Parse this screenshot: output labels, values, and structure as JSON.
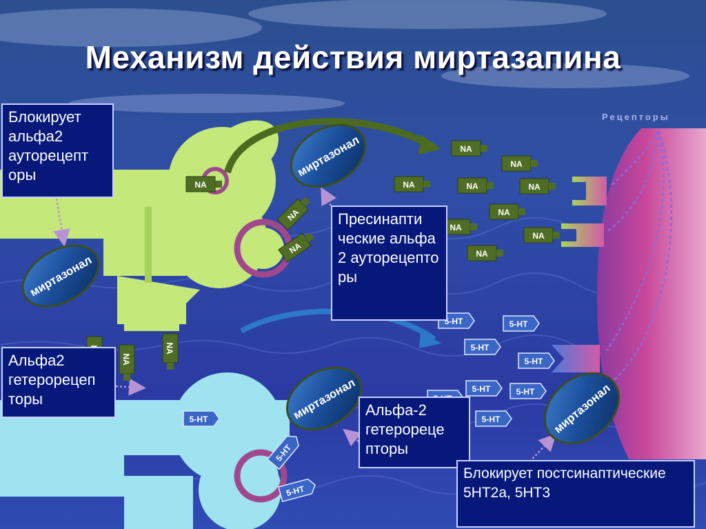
{
  "title": "Механизм действия миртазапина",
  "receptors_label": "Рецепторы",
  "boxes": {
    "blocks_alpha2_auto": "Блокирует альфа2 ауторецепт оры",
    "presynaptic_alpha2": "Пресинапти ческие альфа 2 ауторецепто ры",
    "alpha2_hetero_left": "Альфа2 гетерорецеп торы",
    "alpha2_hetero_mid": "Альфа-2 гетерореце пторы",
    "blocks_postsynaptic": "Блокирует постсинаптические 5HT2a, 5HT3"
  },
  "drug_label": "миртазонал",
  "na_label": "NA",
  "ht_label": "5-HT",
  "colors": {
    "box_bg": "#06187a",
    "green_neuron": "#c4e87a",
    "blue_neuron": "#9fe3f1",
    "pink_cell": "#c13b8d",
    "drug": "#2f66b3",
    "na_tag": "#4f6d25",
    "ht_tag": "#3a66c6"
  }
}
